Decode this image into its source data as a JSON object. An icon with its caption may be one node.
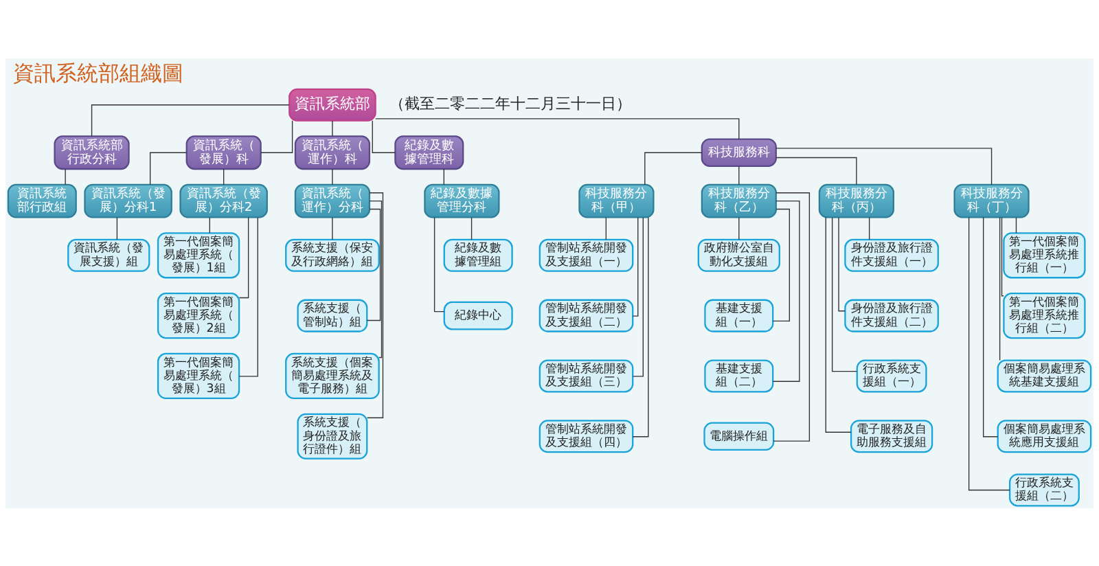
{
  "diagram": {
    "title": "資訊系統部組織圖",
    "nodes": [
      {
        "text": [
          "資訊系統部"
        ]
      },
      {
        "text": [
          "資訊系統部行政分科"
        ]
      },
      {
        "text": [
          "資訊系統（發展）科"
        ]
      },
      {
        "text": [
          "資訊系統（運作）科"
        ]
      },
      {
        "text": [
          "紀錄及數據管理科"
        ]
      },
      {
        "text": [
          "科技服務科"
        ]
      },
      {
        "text": [
          "資訊系統（發展）分科1"
        ]
      },
      {
        "text": [
          "資訊系統（發展）分科2"
        ]
      },
      {
        "text": [
          "資訊系統（運作）分科"
        ]
      },
      {
        "text": [
          "紀錄及數據管理分科"
        ]
      },
      {
        "text": [
          "科技服務分科（甲）"
        ]
      },
      {
        "text": [
          "科技服務分科（乙）"
        ]
      },
      {
        "text": [
          "科技服務分科（丙）"
        ]
      },
      {
        "text": [
          "科技服務分科（丁）"
        ]
      },
      {
        "text": [
          "資訊系統部行政組"
        ]
      },
      {
        "text": [
          "資訊系統（發展支援）組"
        ]
      },
      {
        "text": [
          "第一代個案簡易處理系統（發展）1組"
        ]
      },
      {
        "text": [
          "第一代個案簡易處理系統（發展）2組"
        ]
      },
      {
        "text": [
          "第一代個案簡易處理系統（發展）3組"
        ]
      },
      {
        "text": [
          "系統支援（保安及行政網絡）組"
        ]
      },
      {
        "text": [
          "系統支援（管制站）組"
        ]
      },
      {
        "text": [
          "系統支援（個案簡易處理系統及電子服務）組"
        ]
      },
      {
        "text": [
          "系統支援（身份證及旅行證件）組"
        ]
      },
      {
        "text": [
          "紀錄及數據管理組"
        ]
      },
      {
        "text": [
          "紀錄中心"
        ]
      },
      {
        "text": [
          "管制站系統開發及支援組（一）"
        ]
      },
      {
        "text": [
          "管制站系統開發及支援組（二）"
        ]
      },
      {
        "text": [
          "管制站系統開發及支援組（三）"
        ]
      },
      {
        "text": [
          "管制站系統開發及支援組（四）"
        ]
      },
      {
        "text": [
          "政府辦公室自動化支援組"
        ]
      },
      {
        "text": [
          "基建支援組（一）"
        ]
      },
      {
        "text": [
          "基建支援組（二）"
        ]
      },
      {
        "text": [
          "電腦操作組"
        ]
      },
      {
        "text": [
          "身份證及旅行證件支援組（一）"
        ]
      },
      {
        "text": [
          "身份證及旅行證件支援組（二）"
        ]
      },
      {
        "text": [
          "行政系統支援組（一）"
        ]
      },
      {
        "text": [
          "電子服務及自助服務支援組"
        ]
      },
      {
        "text": [
          "第一代個案簡易處理系統推行組（一）"
        ]
      },
      {
        "text": [
          "第一代個案簡易處理系統推行組（二）"
        ]
      },
      {
        "text": [
          "個案簡易處理系統基建支援組"
        ]
      },
      {
        "text": [
          "個案簡易處理系統應用支援組"
        ]
      },
      {
        "text": [
          "行政系統支援組（二）"
        ]
      }
    ],
    "edges": [
      {
        "from": 0,
        "to": 1,
        "arrow": "none"
      },
      {
        "from": 0,
        "to": 2,
        "arrow": "none"
      },
      {
        "from": 0,
        "to": 3,
        "arrow": "none"
      },
      {
        "from": 0,
        "to": 4,
        "arrow": "none"
      },
      {
        "from": 0,
        "to": 5,
        "arrow": "none"
      },
      {
        "from": 2,
        "to": 6,
        "arrow": "none"
      },
      {
        "from": 2,
        "to": 7,
        "arrow": "none"
      },
      {
        "from": 3,
        "to": 8,
        "arrow": "none"
      },
      {
        "from": 4,
        "to": 9,
        "arrow": "none"
      },
      {
        "from": 5,
        "to": 10,
        "arrow": "none"
      },
      {
        "from": 5,
        "to": 11,
        "arrow": "none"
      },
      {
        "from": 5,
        "to": 12,
        "arrow": "none"
      },
      {
        "from": 5,
        "to": 13,
        "arrow": "none"
      },
      {
        "from": 1,
        "to": 14,
        "arrow": "none"
      },
      {
        "from": 6,
        "to": 15,
        "arrow": "none"
      },
      {
        "from": 7,
        "to": 16,
        "arrow": "none"
      },
      {
        "from": 7,
        "to": 17,
        "arrow": "none"
      },
      {
        "from": 7,
        "to": 18,
        "arrow": "none"
      },
      {
        "from": 8,
        "to": 19,
        "arrow": "none"
      },
      {
        "from": 8,
        "to": 20,
        "arrow": "none"
      },
      {
        "from": 8,
        "to": 21,
        "arrow": "none"
      },
      {
        "from": 8,
        "to": 22,
        "arrow": "none"
      },
      {
        "from": 9,
        "to": 23,
        "arrow": "none"
      },
      {
        "from": 9,
        "to": 24,
        "arrow": "none"
      },
      {
        "from": 10,
        "to": 25,
        "arrow": "none"
      },
      {
        "from": 10,
        "to": 26,
        "arrow": "none"
      },
      {
        "from": 10,
        "to": 27,
        "arrow": "none"
      },
      {
        "from": 10,
        "to": 28,
        "arrow": "none"
      },
      {
        "from": 11,
        "to": 29,
        "arrow": "none"
      },
      {
        "from": 11,
        "to": 30,
        "arrow": "none"
      },
      {
        "from": 11,
        "to": 31,
        "arrow": "none"
      },
      {
        "from": 11,
        "to": 32,
        "arrow": "none"
      },
      {
        "from": 12,
        "to": 33,
        "arrow": "none"
      },
      {
        "from": 12,
        "to": 34,
        "arrow": "none"
      },
      {
        "from": 12,
        "to": 35,
        "arrow": "none"
      },
      {
        "from": 12,
        "to": 36,
        "arrow": "none"
      },
      {
        "from": 13,
        "to": 37,
        "arrow": "none"
      },
      {
        "from": 13,
        "to": 38,
        "arrow": "none"
      },
      {
        "from": 13,
        "to": 39,
        "arrow": "none"
      },
      {
        "from": 13,
        "to": 40,
        "arrow": "none"
      },
      {
        "from": 13,
        "to": 41,
        "arrow": "none"
      }
    ],
    "labels": [
      "（截至二零二二年十二月三十一日）"
    ]
  }
}
